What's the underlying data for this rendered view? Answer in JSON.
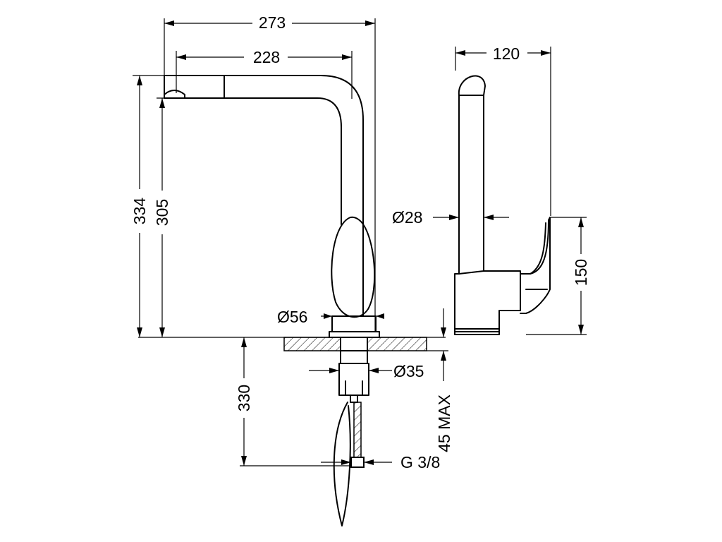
{
  "dimensions": {
    "overall_width": "273",
    "spout_reach": "228",
    "side_depth": "120",
    "overall_height": "334",
    "spout_height": "305",
    "base_diameter": "Ø56",
    "body_diameter": "Ø28",
    "lever_height": "150",
    "shank_diameter": "Ø35",
    "hose_length": "330",
    "max_deck_thickness": "45 MAX",
    "connection_thread": "G 3/8"
  }
}
